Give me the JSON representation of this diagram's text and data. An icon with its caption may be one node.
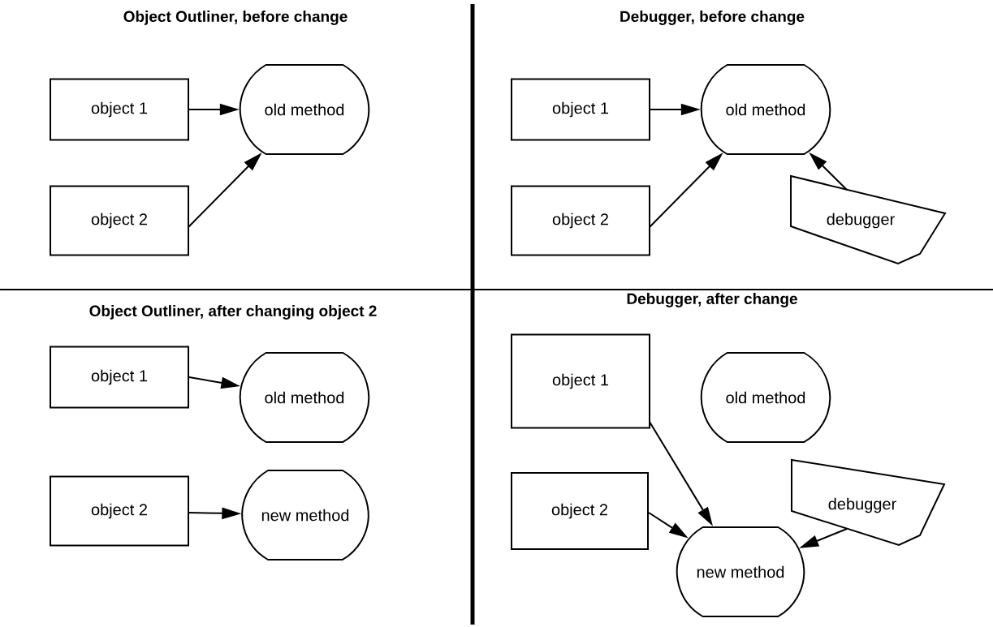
{
  "diagram": {
    "nodes": [
      {
        "text": [
          "object 1"
        ]
      },
      {
        "text": [
          "old method"
        ]
      },
      {
        "text": [
          "object 2"
        ]
      },
      {
        "text": [
          "object 1"
        ]
      },
      {
        "text": [
          "old method"
        ]
      },
      {
        "text": [
          "object 2"
        ]
      },
      {
        "text": [
          "debugger"
        ]
      },
      {
        "text": [
          "object 1"
        ]
      },
      {
        "text": [
          "old method"
        ]
      },
      {
        "text": [
          "object 2"
        ]
      },
      {
        "text": [
          "new method"
        ]
      },
      {
        "text": [
          "object 1"
        ]
      },
      {
        "text": [
          "old method"
        ]
      },
      {
        "text": [
          "object 2"
        ]
      },
      {
        "text": [
          "debugger"
        ]
      },
      {
        "text": [
          "new method"
        ]
      }
    ],
    "edges": [
      {
        "from": 0,
        "to": 1,
        "arrow": "to"
      },
      {
        "from": 2,
        "to": 1,
        "arrow": "to"
      },
      {
        "from": 3,
        "to": 4,
        "arrow": "to"
      },
      {
        "from": 5,
        "to": 4,
        "arrow": "to"
      },
      {
        "from": 6,
        "to": 4,
        "arrow": "to"
      },
      {
        "from": 7,
        "to": 8,
        "arrow": "to"
      },
      {
        "from": 9,
        "to": 10,
        "arrow": "to"
      },
      {
        "from": 11,
        "to": 15,
        "arrow": "to"
      },
      {
        "from": 13,
        "to": 15,
        "arrow": "to"
      },
      {
        "from": 14,
        "to": 15,
        "arrow": "to"
      }
    ],
    "labels": [
      "Object Outliner, before change",
      "Debugger, before change",
      "Object Outliner, after changing object 2",
      "Debugger, after change"
    ]
  }
}
